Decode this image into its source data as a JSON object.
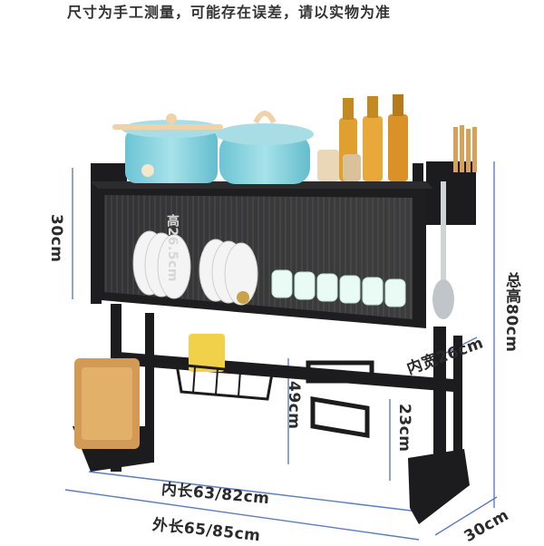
{
  "note": "尺寸为手工测量，可能存在误差，请以实物为准",
  "dimensions": {
    "cabinet_height": "30cm",
    "total_height": "总高80cm",
    "inner_depth": "内宽26cm",
    "clearance_height": "49cm",
    "hanger_height": "23cm",
    "inner_length": "内长63/82cm",
    "outer_length": "外长65/85cm",
    "depth": "30cm",
    "glass_text": "高26.5cm"
  },
  "colors": {
    "frame": "#1c1c1e",
    "pot": "#8fd1dc",
    "pot_lid": "#a8dde6",
    "knob": "#f0d2a8",
    "cutting_board": "#d39a55",
    "dimension_line": "#5b7cc0",
    "detergent": "#f2d14a"
  },
  "icons": [
    "cooking-pot-icon",
    "oil-bottle-icon",
    "chopsticks-icon",
    "spatula-icon"
  ]
}
